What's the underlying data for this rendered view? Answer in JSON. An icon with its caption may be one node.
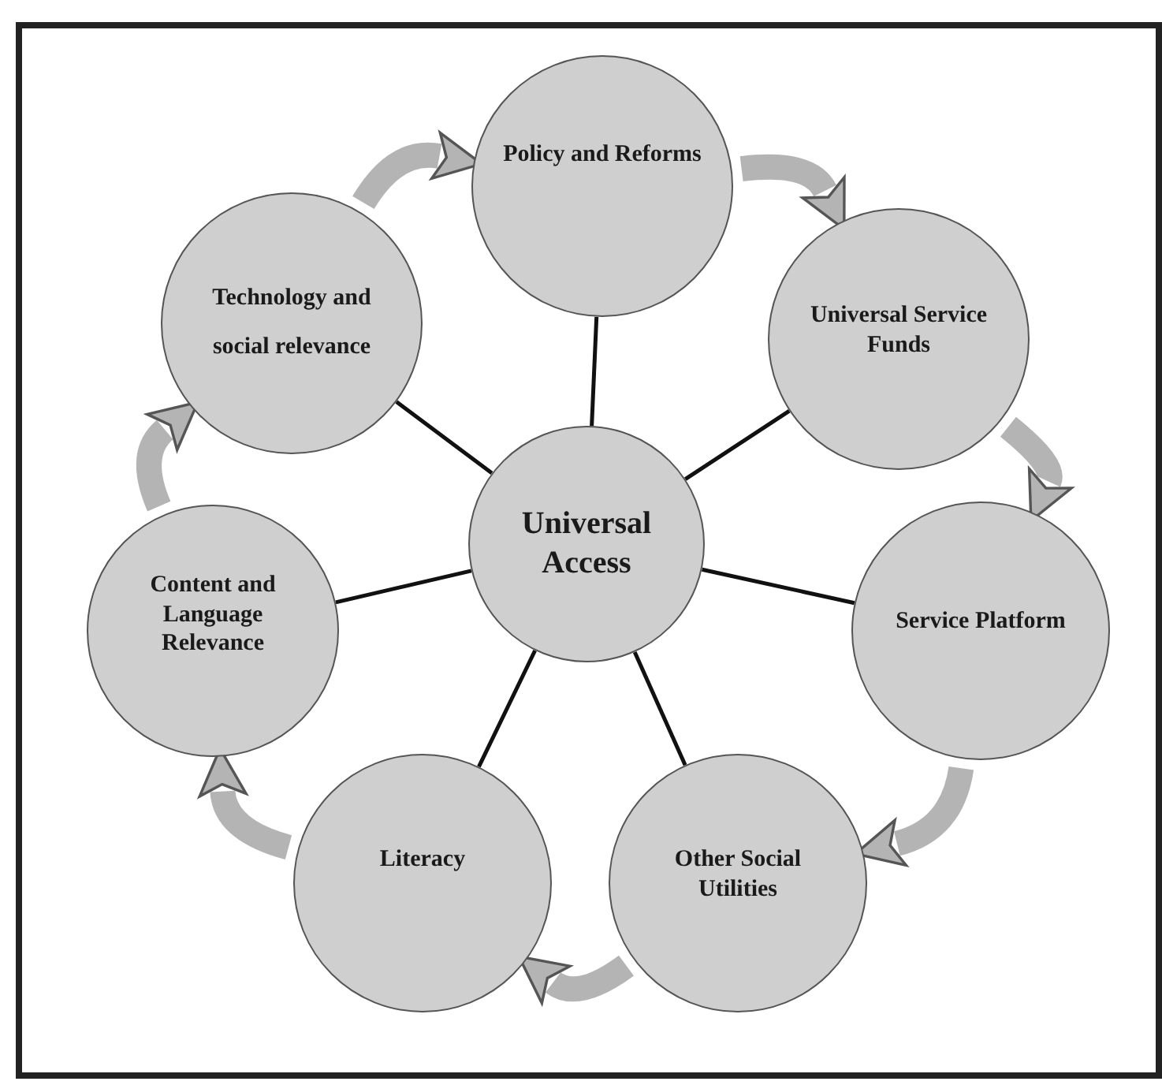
{
  "diagram": {
    "nodes": [
      {
        "text": [
          "Policy and Reforms"
        ]
      },
      {
        "text": [
          "Technology and social relevance"
        ]
      },
      {
        "text": [
          "Universal Service Funds"
        ]
      },
      {
        "text": [
          "Universal Access"
        ]
      },
      {
        "text": [
          "Content and Language Relevance"
        ]
      },
      {
        "text": [
          "Service Platform"
        ]
      },
      {
        "text": [
          "Literacy"
        ]
      },
      {
        "text": [
          "Other Social Utilities"
        ]
      }
    ],
    "edges": [
      {
        "from": 3,
        "to": 0,
        "arrow": "none"
      },
      {
        "from": 3,
        "to": 1,
        "arrow": "none"
      },
      {
        "from": 3,
        "to": 2,
        "arrow": "none"
      },
      {
        "from": 3,
        "to": 4,
        "arrow": "none"
      },
      {
        "from": 3,
        "to": 5,
        "arrow": "none"
      },
      {
        "from": 3,
        "to": 6,
        "arrow": "none"
      },
      {
        "from": 3,
        "to": 7,
        "arrow": "none"
      },
      {
        "from": 1,
        "to": 0,
        "arrow": "to",
        "style": "thick",
        "color": "#b4b4b4"
      },
      {
        "from": 0,
        "to": 2,
        "arrow": "to",
        "style": "thick",
        "color": "#b4b4b4"
      },
      {
        "from": 2,
        "to": 5,
        "arrow": "to",
        "style": "thick",
        "color": "#b4b4b4"
      },
      {
        "from": 5,
        "to": 7,
        "arrow": "to",
        "style": "thick",
        "color": "#b4b4b4"
      },
      {
        "from": 7,
        "to": 6,
        "arrow": "to",
        "style": "thick",
        "color": "#b4b4b4"
      },
      {
        "from": 6,
        "to": 4,
        "arrow": "to",
        "style": "thick",
        "color": "#b4b4b4"
      },
      {
        "from": 4,
        "to": 1,
        "arrow": "to",
        "style": "thick",
        "color": "#b4b4b4"
      }
    ]
  }
}
